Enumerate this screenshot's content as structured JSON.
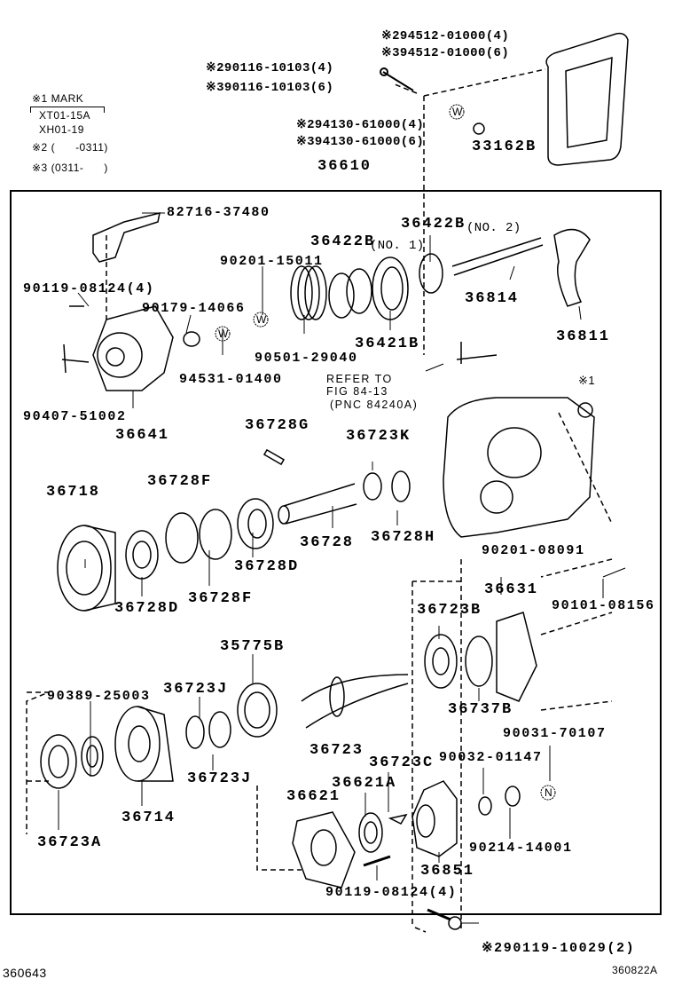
{
  "notes": {
    "mark": "※1 MARK",
    "mark_values": [
      "XT01-15A",
      "XH01-19"
    ],
    "note2": "※2 (      -0311)",
    "note3": "※3 (0311-      )"
  },
  "callouts": {
    "c94512_4": "※294512-01000(4)",
    "c94512_6": "※394512-01000(6)",
    "c90116_4": "※290116-10103(4)",
    "c90116_6": "※390116-10103(6)",
    "c94130_4": "※294130-61000(4)",
    "c94130_6": "※394130-61000(6)",
    "c33162B": "33162B",
    "c36610": "36610",
    "c82716": "82716-37480",
    "c36422B_2": "36422B",
    "no2": "(NO. 2)",
    "c90201_15011": "90201-15011",
    "c36422B_1": "36422B",
    "no1": "(NO. 1)",
    "c90119_a": "90119-08124(4)",
    "c36814": "36814",
    "c90179": "90179-14066",
    "c36811": "36811",
    "c36421B": "36421B",
    "c90501": "90501-29040",
    "c94531": "94531-01400",
    "refer": [
      "REFER TO",
      "FIG 84-13",
      "(PNC 84240A)"
    ],
    "mark1": "※1",
    "c90407": "90407-51002",
    "c36641": "36641",
    "c36728G": "36728G",
    "c36723K": "36723K",
    "c36718": "36718",
    "c36728F_a": "36728F",
    "c36728": "36728",
    "c36728H": "36728H",
    "c90201_08091": "90201-08091",
    "c36728D_a": "36728D",
    "c36728D_b": "36728D",
    "c36728F_b": "36728F",
    "c36631": "36631",
    "c90101": "90101-08156",
    "c36723B": "36723B",
    "c35775B": "35775B",
    "c90389": "90389-25003",
    "c36723J_a": "36723J",
    "c36737B": "36737B",
    "c90031": "90031-70107",
    "c36723": "36723",
    "c36723C": "36723C",
    "c90032": "90032-01147",
    "c36621A": "36621A",
    "c36621": "36621",
    "c36723J_b": "36723J",
    "c36714": "36714",
    "c36723A": "36723A",
    "c90214": "90214-14001",
    "c36851": "36851",
    "c90119_b": "90119-08124(4)",
    "c90119_10029": "※290119-10029(2)"
  },
  "symbols": {
    "w": "W",
    "n": "N"
  },
  "footer": {
    "left_id": "360643",
    "right_id": "360822A"
  }
}
